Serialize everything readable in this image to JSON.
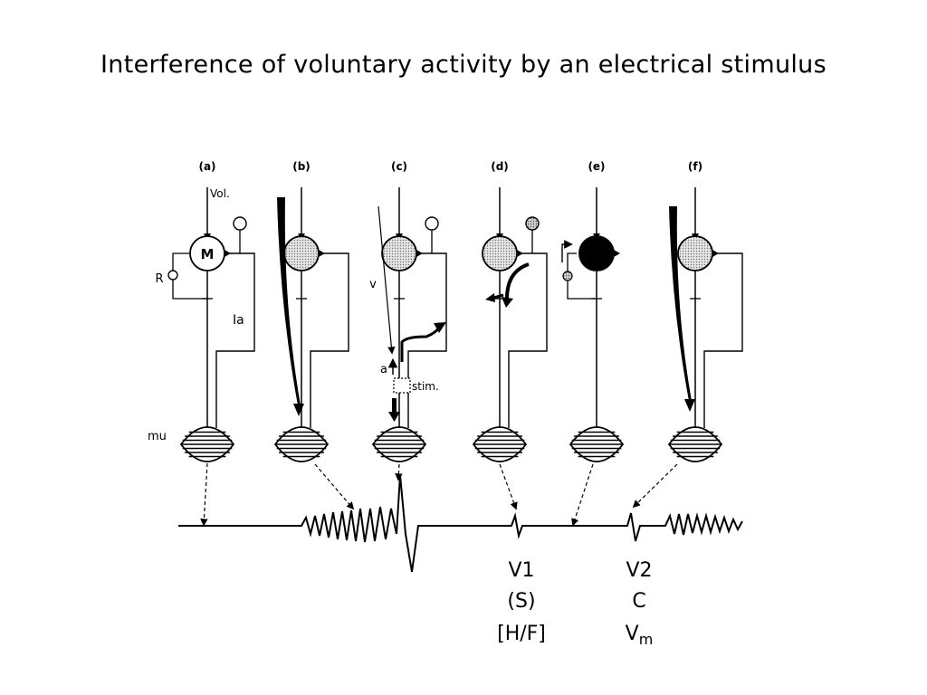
{
  "title": "Interference of voluntary activity by an electrical stimulus",
  "panels": [
    {
      "label": "(a)"
    },
    {
      "label": "(b)"
    },
    {
      "label": "(c)"
    },
    {
      "label": "(d)"
    },
    {
      "label": "(e)"
    },
    {
      "label": "(f)"
    }
  ],
  "labels": {
    "vol": "Vol.",
    "motoneuron": "M",
    "renshaw": "R",
    "ia": "Ia",
    "motor_unit": "mu",
    "v": "v",
    "a": "a",
    "stim": "stim."
  },
  "trace_labels": {
    "v1": "V1",
    "s": "(S)",
    "hf": "[H/F]",
    "v2": "V2",
    "c": "C",
    "vm_base": "V",
    "vm_sub": "m"
  }
}
